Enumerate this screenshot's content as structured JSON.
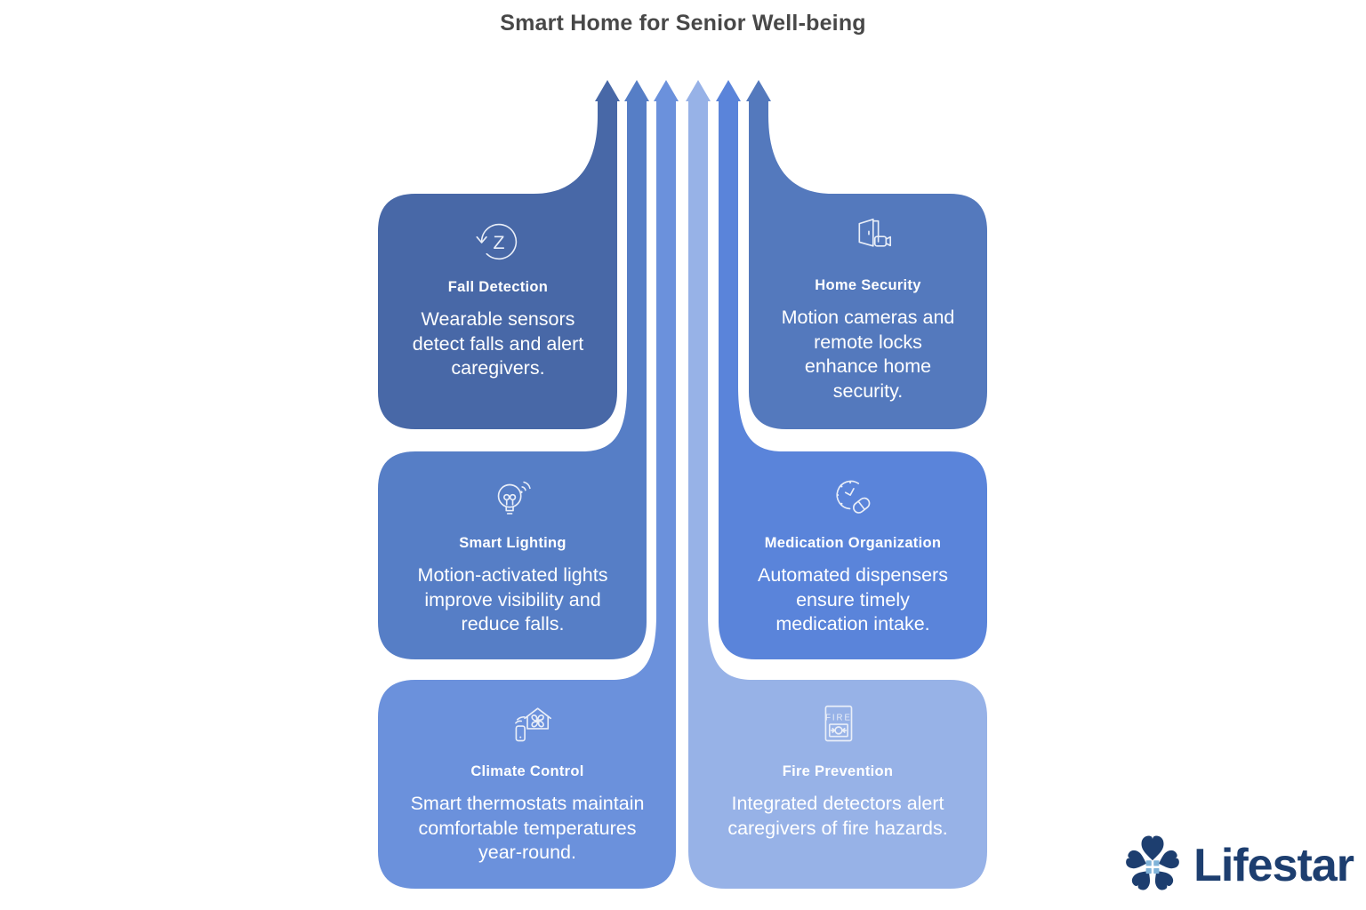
{
  "title": "Smart Home for Senior Well-being",
  "brand": {
    "name": "Lifestar",
    "navy": "#1d3e6f",
    "window_blue": "#7fb3d9"
  },
  "cards": [
    {
      "id": "fall-detection",
      "title": "Fall Detection",
      "description": "Wearable sensors detect falls and alert caregivers.",
      "color": "#4868a7",
      "icon": "sleep-restore-icon"
    },
    {
      "id": "home-security",
      "title": "Home Security",
      "description": "Motion cameras and remote locks enhance home security.",
      "color": "#5479bd",
      "icon": "door-camera-icon"
    },
    {
      "id": "smart-lighting",
      "title": "Smart Lighting",
      "description": "Motion-activated lights improve visibility and reduce falls.",
      "color": "#567ec6",
      "icon": "smart-bulb-wifi-icon"
    },
    {
      "id": "medication-organization",
      "title": "Medication Organization",
      "description": "Automated dispensers ensure timely medication intake.",
      "color": "#5a84da",
      "icon": "clock-pill-icon"
    },
    {
      "id": "climate-control",
      "title": "Climate Control",
      "description": "Smart thermostats maintain comfortable temperatures year-round.",
      "color": "#6b91dc",
      "icon": "house-fan-remote-icon"
    },
    {
      "id": "fire-prevention",
      "title": "Fire Prevention",
      "description": "Integrated detectors alert caregivers of fire hazards.",
      "color": "#97b2e7",
      "icon": "fire-alarm-panel-icon"
    }
  ]
}
